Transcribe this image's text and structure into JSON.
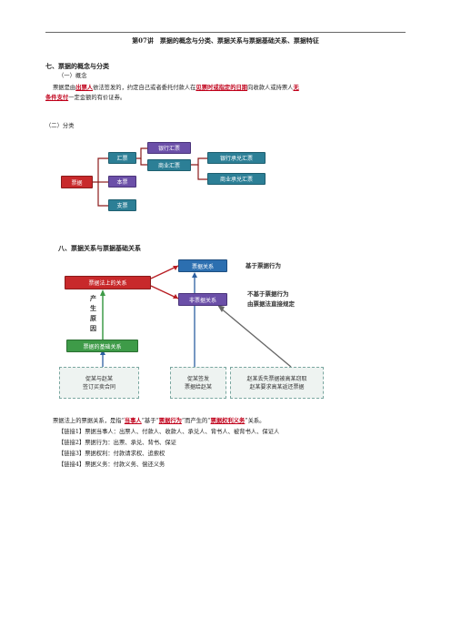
{
  "doc": {
    "title": "第07讲　票据的概念与分类、票据关系与票据基础关系、票据特征",
    "sec7": "七、票据的概念与分类",
    "sub1": "（一）概念",
    "para1_a": "票据是由",
    "para1_b": "出票人",
    "para1_c": "依法签发的，约定自己或者委托付款人在",
    "para1_d": "见票时或指定的日期",
    "para1_e": "向收款人或持票人",
    "para1_f": "无",
    "para1_g": "条件支付",
    "para1_h": "一定金额的有价证券。",
    "sub2": "（二）分类",
    "sec8": "八、票据关系与票据基础关系",
    "para2_a": "票据法上的票据关系，是指“",
    "para2_b": "当事人",
    "para2_c": "”基于“",
    "para2_d": "票据行为",
    "para2_e": "”而产生的“",
    "para2_f": "票据权利义务",
    "para2_g": "”关系。",
    "links": [
      "【链接1】票据当事人：出票人、付款人、收款人、承兑人、背书人、被背书人、保证人",
      "【链接2】票据行为：出票、承兑、背书、保证",
      "【链接3】票据权利：付款请求权、追索权",
      "【链接4】票据义务：付款义务、偿还义务"
    ]
  },
  "diagram1": {
    "root": "票据",
    "huipiao": "汇票",
    "benpiao": "本票",
    "zhipiao": "支票",
    "yinhang_huipiao": "银行汇票",
    "shangye_huipiao": "商业汇票",
    "yinhang_chengdui": "银行承兑汇票",
    "shangye_chengdui": "商业承兑汇票"
  },
  "diagram2": {
    "law_relation": "票据法上的关系",
    "piaoju_guanxi": "票据关系",
    "fei_piaoju": "非票据关系",
    "basic_relation": "票据的基础关系",
    "cause_label": "产生原因",
    "note1": "基于票据行为",
    "note2a": "不基于票据行为",
    "note2b": "由票据法直接规定",
    "box1a": "促某与赵某",
    "box1b": "签订买卖合同",
    "box2a": "促某签发",
    "box2b": "票据给赵某",
    "box3a": "赵某丢失票据被高某窃取",
    "box3b": "赵某要求高某返还票据"
  },
  "colors": {
    "red": "#c0001a",
    "teal": "#2c7f96",
    "purple": "#6b4fa8",
    "green": "#3e9b48"
  }
}
